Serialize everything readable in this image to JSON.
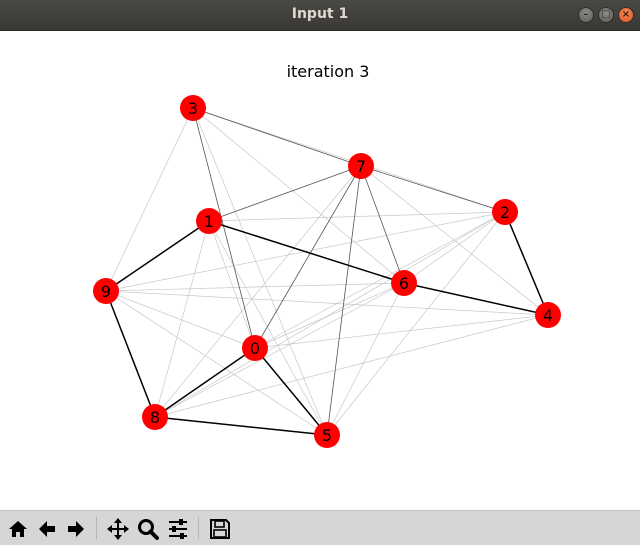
{
  "window": {
    "title": "Input 1",
    "buttons": [
      "minimize",
      "maximize",
      "close"
    ]
  },
  "plot": {
    "title": "iteration 3",
    "node_color": "#ff0000",
    "heavy_edge_color": "#000000",
    "light_edge_color": "#c8c8c8"
  },
  "chart_data": {
    "type": "graph",
    "title": "iteration 3",
    "nodes": [
      "0",
      "1",
      "2",
      "3",
      "4",
      "5",
      "6",
      "7",
      "8",
      "9"
    ],
    "heavy_edges": [
      [
        "1",
        "9"
      ],
      [
        "9",
        "8"
      ],
      [
        "8",
        "0"
      ],
      [
        "8",
        "5"
      ],
      [
        "0",
        "5"
      ],
      [
        "1",
        "6"
      ],
      [
        "6",
        "4"
      ],
      [
        "2",
        "4"
      ]
    ],
    "medium_edges": [
      [
        "3",
        "7"
      ],
      [
        "7",
        "2"
      ],
      [
        "3",
        "0"
      ],
      [
        "7",
        "0"
      ],
      [
        "7",
        "5"
      ],
      [
        "7",
        "6"
      ],
      [
        "1",
        "7"
      ]
    ],
    "light_edges": [
      [
        "3",
        "9"
      ],
      [
        "3",
        "6"
      ],
      [
        "3",
        "5"
      ],
      [
        "3",
        "2"
      ],
      [
        "1",
        "2"
      ],
      [
        "1",
        "5"
      ],
      [
        "1",
        "8"
      ],
      [
        "1",
        "0"
      ],
      [
        "9",
        "2"
      ],
      [
        "9",
        "6"
      ],
      [
        "9",
        "4"
      ],
      [
        "9",
        "0"
      ],
      [
        "9",
        "5"
      ],
      [
        "8",
        "6"
      ],
      [
        "8",
        "2"
      ],
      [
        "8",
        "7"
      ],
      [
        "8",
        "4"
      ],
      [
        "0",
        "2"
      ],
      [
        "0",
        "6"
      ],
      [
        "0",
        "4"
      ],
      [
        "5",
        "2"
      ],
      [
        "5",
        "6"
      ],
      [
        "7",
        "4"
      ],
      [
        "6",
        "2"
      ]
    ]
  },
  "toolbar": {
    "items": [
      "home-icon",
      "back-icon",
      "forward-icon",
      "pan-icon",
      "zoom-icon",
      "configure-subplots-icon",
      "save-icon"
    ]
  }
}
